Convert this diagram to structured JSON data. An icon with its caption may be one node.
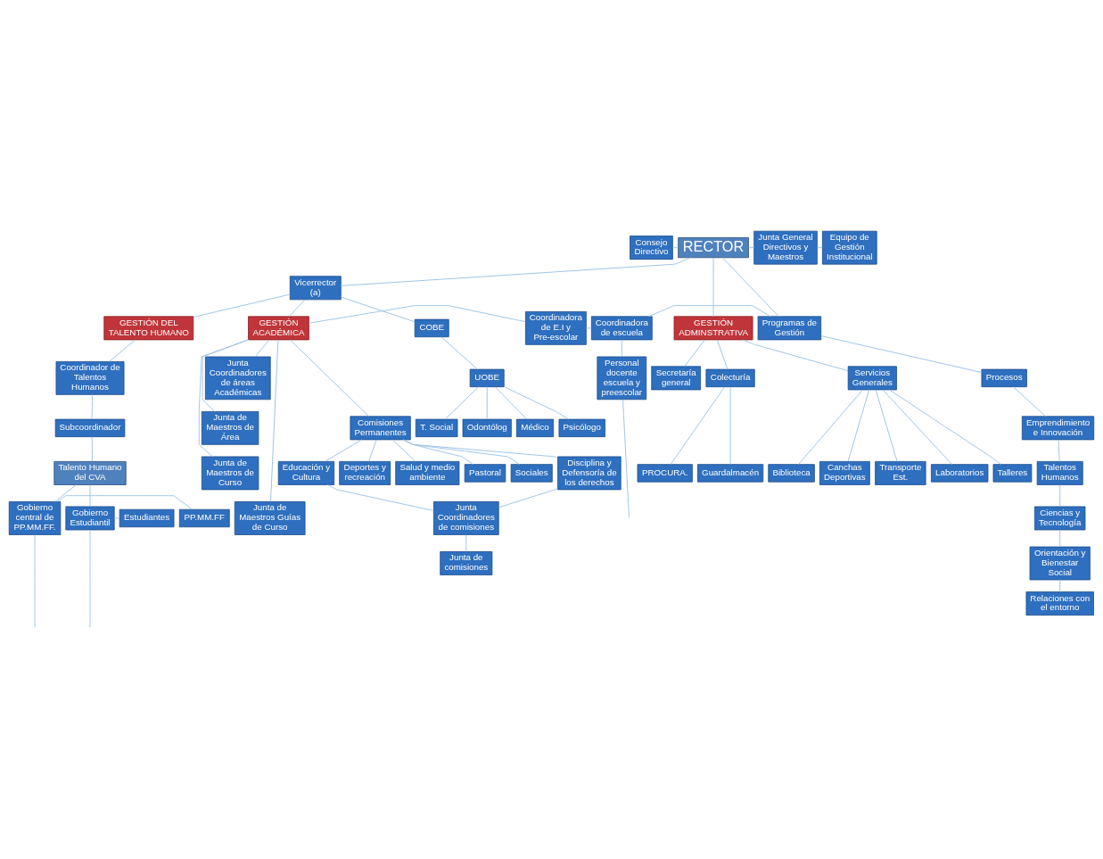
{
  "diagram": {
    "nodes": [
      {
        "text": [
          "Consejo Directivo"
        ]
      },
      {
        "text": [
          "RECTOR"
        ]
      },
      {
        "text": [
          "Junta General Directivos y Maestros"
        ]
      },
      {
        "text": [
          "Equipo de Gestión Institucional"
        ]
      },
      {
        "text": [
          "Vicerrector (a)"
        ]
      },
      {
        "text": [
          "COBE"
        ]
      },
      {
        "text": [
          "UOBE"
        ]
      },
      {
        "text": [
          "GESTIÓN ADMINSTRATIVA"
        ]
      },
      {
        "text": [
          "GESTIÓN DEL TALENTO HUMANO"
        ]
      },
      {
        "text": [
          "GESTIÓN ACADÉMICA"
        ]
      },
      {
        "text": [
          "Coordinadora de E.I y Pre-escolar"
        ]
      },
      {
        "text": [
          "Coordinadora de escuela"
        ]
      },
      {
        "text": [
          "Programas de Gestión"
        ]
      },
      {
        "text": [
          "Médico"
        ]
      },
      {
        "text": [
          "Psicólogo"
        ]
      },
      {
        "text": [
          "T. Social"
        ]
      },
      {
        "text": [
          "Odontólog"
        ]
      },
      {
        "text": [
          "Coordinador de Talentos Humanos"
        ]
      },
      {
        "text": [
          "Subcoordinador"
        ]
      },
      {
        "text": [
          "Talento Humano del CVA"
        ]
      },
      {
        "text": [
          "Secretaría general"
        ]
      },
      {
        "text": [
          "Colecturía"
        ]
      },
      {
        "text": [
          "Servicios Generales"
        ]
      },
      {
        "text": [
          "PROCURA."
        ]
      },
      {
        "text": [
          "Guardalmacén"
        ]
      },
      {
        "text": [
          "Transporte Est."
        ]
      },
      {
        "text": [
          "Laboratorios"
        ]
      },
      {
        "text": [
          "Talleres"
        ]
      },
      {
        "text": [
          "Biblioteca"
        ]
      },
      {
        "text": [
          "Canchas Deportivas"
        ]
      },
      {
        "text": [
          "Junta Coordinadores de áreas Académicas"
        ]
      },
      {
        "text": [
          "Junta de Maestros de Área"
        ]
      },
      {
        "text": [
          "Junta de Maestros de Curso"
        ]
      },
      {
        "text": [
          "Junta de Maestros Guías de Curso"
        ]
      },
      {
        "text": [
          "Comisiones Permanentes"
        ]
      },
      {
        "text": [
          "Educación y Cultura"
        ]
      },
      {
        "text": [
          "Deportes y recreación"
        ]
      },
      {
        "text": [
          "Salud y medio ambiente"
        ]
      },
      {
        "text": [
          "Pastoral"
        ]
      },
      {
        "text": [
          "Sociales"
        ]
      },
      {
        "text": [
          "Disciplina y Defensoría de los derechos"
        ]
      },
      {
        "text": [
          "Junta Coordinadores de comisiones"
        ]
      },
      {
        "text": [
          "Junta de comisiones"
        ]
      },
      {
        "text": [
          "Procesos"
        ]
      },
      {
        "text": [
          "Emprendimiento e Innovación"
        ]
      },
      {
        "text": [
          "Talentos Humanos"
        ]
      },
      {
        "text": [
          "Ciencias y Tecnología"
        ]
      },
      {
        "text": [
          "Orientación y Bienestar Social"
        ]
      },
      {
        "text": [
          "Relaciones con el entorno"
        ]
      },
      {
        "text": [
          "Estudiantes"
        ]
      },
      {
        "text": [
          "Gobierno Estudiantil"
        ]
      },
      {
        "text": [
          "Gobierno central de PP.MM.FF."
        ]
      },
      {
        "text": [
          "PP.MM.FF"
        ]
      },
      {
        "text": [
          "Personal docente escuela y preescolar"
        ]
      }
    ],
    "edges": [
      {
        "from": 0,
        "to": 1,
        "arrow": "none"
      },
      {
        "from": 1,
        "to": 2,
        "arrow": "none"
      },
      {
        "from": 2,
        "to": 3,
        "arrow": "none"
      },
      {
        "from": 1,
        "to": 4,
        "arrow": "none"
      },
      {
        "from": 1,
        "to": 7,
        "arrow": "none"
      },
      {
        "from": 1,
        "to": 12,
        "arrow": "none"
      },
      {
        "from": 4,
        "to": 5,
        "arrow": "none"
      },
      {
        "from": 4,
        "to": 8,
        "arrow": "none"
      },
      {
        "from": 4,
        "to": 9,
        "arrow": "none"
      },
      {
        "from": 5,
        "to": 6,
        "arrow": "none"
      },
      {
        "from": 6,
        "to": 13,
        "arrow": "none"
      },
      {
        "from": 6,
        "to": 14,
        "arrow": "none"
      },
      {
        "from": 6,
        "to": 15,
        "arrow": "none"
      },
      {
        "from": 6,
        "to": 16,
        "arrow": "none"
      },
      {
        "from": 9,
        "to": 10,
        "arrow": "none"
      },
      {
        "from": 10,
        "to": 11,
        "arrow": "none"
      },
      {
        "from": 11,
        "to": 12,
        "arrow": "none"
      },
      {
        "from": 8,
        "to": 17,
        "arrow": "none"
      },
      {
        "from": 17,
        "to": 18,
        "arrow": "none"
      },
      {
        "from": 18,
        "to": 19,
        "arrow": "none"
      },
      {
        "from": 7,
        "to": 20,
        "arrow": "none"
      },
      {
        "from": 7,
        "to": 21,
        "arrow": "none"
      },
      {
        "from": 7,
        "to": 22,
        "arrow": "none"
      },
      {
        "from": 21,
        "to": 23,
        "arrow": "none"
      },
      {
        "from": 21,
        "to": 24,
        "arrow": "none"
      },
      {
        "from": 22,
        "to": 25,
        "arrow": "none"
      },
      {
        "from": 22,
        "to": 26,
        "arrow": "none"
      },
      {
        "from": 22,
        "to": 27,
        "arrow": "none"
      },
      {
        "from": 22,
        "to": 28,
        "arrow": "none"
      },
      {
        "from": 22,
        "to": 29,
        "arrow": "none"
      },
      {
        "from": 9,
        "to": 30,
        "arrow": "none"
      },
      {
        "from": 9,
        "to": 31,
        "arrow": "none"
      },
      {
        "from": 9,
        "to": 32,
        "arrow": "none"
      },
      {
        "from": 9,
        "to": 33,
        "arrow": "none"
      },
      {
        "from": 9,
        "to": 34,
        "arrow": "none"
      },
      {
        "from": 34,
        "to": 35,
        "arrow": "none"
      },
      {
        "from": 34,
        "to": 36,
        "arrow": "none"
      },
      {
        "from": 34,
        "to": 37,
        "arrow": "none"
      },
      {
        "from": 34,
        "to": 38,
        "arrow": "none"
      },
      {
        "from": 34,
        "to": 39,
        "arrow": "none"
      },
      {
        "from": 34,
        "to": 40,
        "arrow": "none"
      },
      {
        "from": 35,
        "to": 41,
        "arrow": "none"
      },
      {
        "from": 40,
        "to": 41,
        "arrow": "none"
      },
      {
        "from": 41,
        "to": 42,
        "arrow": "none"
      },
      {
        "from": 12,
        "to": 43,
        "arrow": "none"
      },
      {
        "from": 43,
        "to": 44,
        "arrow": "none"
      },
      {
        "from": 44,
        "to": 45,
        "arrow": "none"
      },
      {
        "from": 45,
        "to": 46,
        "arrow": "none"
      },
      {
        "from": 46,
        "to": 47,
        "arrow": "none"
      },
      {
        "from": 47,
        "to": 48,
        "arrow": "none"
      },
      {
        "from": 11,
        "to": 53,
        "arrow": "none"
      },
      {
        "from": 19,
        "to": 50,
        "arrow": "none"
      },
      {
        "from": 19,
        "to": 51,
        "arrow": "none"
      },
      {
        "from": 50,
        "to": 49,
        "arrow": "none"
      },
      {
        "from": 51,
        "to": 52,
        "arrow": "none"
      },
      {
        "from": 50,
        "to": null,
        "arrow": "none"
      },
      {
        "from": 51,
        "to": null,
        "arrow": "none"
      },
      {
        "from": 53,
        "to": null,
        "arrow": "none"
      }
    ]
  }
}
